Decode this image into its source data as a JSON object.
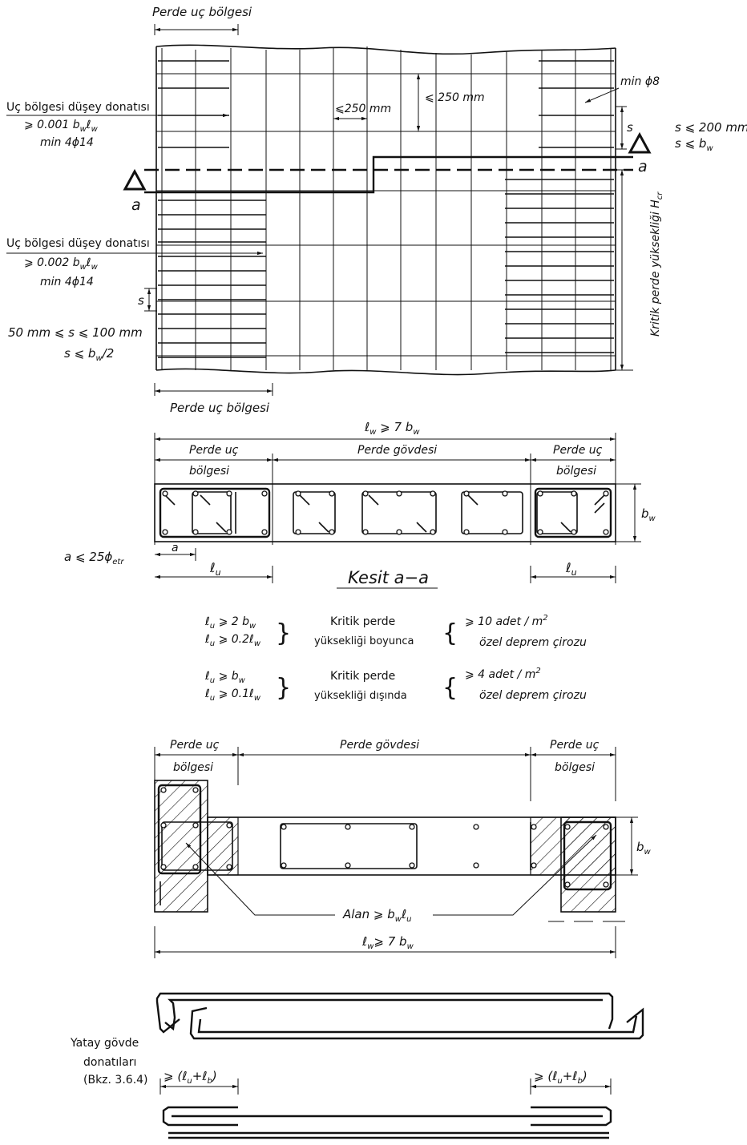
{
  "elevation": {
    "end_zone_top": "Perde uç bölgesi",
    "end_zone_bottom": "Perde uç bölgesi",
    "upper_left_note": {
      "line1": "Uç bölgesi düşey donatısı",
      "line2": "⩾ 0.001 b",
      "line2_sub": "w",
      "line2_b": "ℓ",
      "line2_b_sub": "w",
      "line3": "min 4ϕ14"
    },
    "lower_left_note": {
      "line1": "Uç bölgesi düşey donatısı",
      "line2": "⩾ 0.002 b",
      "line2_sub": "w",
      "line2_b": "ℓ",
      "line2_b_sub": "w",
      "line3": "min 4ϕ14"
    },
    "spacing_note_left": {
      "line1": "50 mm ⩽ s ⩽ 100 mm",
      "line2": "s ⩽ b",
      "line2_sub": "w",
      "line2_tail": "/2"
    },
    "spacing_note_right": {
      "line1": "s ⩽ 200 mm",
      "line2": "s ⩽ b",
      "line2_sub": "w"
    },
    "horizontal_spacing": "⩽250 mm",
    "vertical_spacing": "⩽ 250 mm",
    "min_bar": "min ϕ8",
    "s_label": "s",
    "section_mark": "a",
    "critical_height": "Kritik perde yüksekliği H",
    "critical_height_sub": "cr"
  },
  "section_a": {
    "total": "ℓ",
    "total_sub": "w",
    "total_tail": " ⩾ 7 b",
    "total_tail_sub": "w",
    "left_zone_l1": "Perde uç",
    "left_zone_l2": "bölgesi",
    "web": "Perde gövdesi",
    "right_zone_l1": "Perde uç",
    "right_zone_l2": "bölgesi",
    "bw": "b",
    "bw_sub": "w",
    "a_label": "a",
    "a_limit": "a ⩽ 25ϕ",
    "a_limit_sub": "etr",
    "lu": "ℓ",
    "lu_sub": "u",
    "title": "Kesit a−a"
  },
  "conditions": [
    {
      "l1": "ℓ",
      "l1_sub": "u",
      "l1_tail": " ⩾ 2 b",
      "l1_tail_sub": "w",
      "l2": "ℓ",
      "l2_sub": "u",
      "l2_tail": " ⩾ 0.2ℓ",
      "l2_tail_sub": "w",
      "mid1": "Kritik perde",
      "mid2": "yüksekliği boyunca",
      "r1": "⩾ 10 adet / m",
      "r1_sup": "2",
      "r2": "özel deprem çirozu"
    },
    {
      "l1": "ℓ",
      "l1_sub": "u",
      "l1_tail": " ⩾ b",
      "l1_tail_sub": "w",
      "l2": "ℓ",
      "l2_sub": "u",
      "l2_tail": " ⩾ 0.1ℓ",
      "l2_tail_sub": "w",
      "mid1": "Kritik perde",
      "mid2": "yüksekliği dışında",
      "r1": "⩾ 4 adet / m",
      "r1_sup": "2",
      "r2": "özel deprem çirozu"
    }
  ],
  "flanged": {
    "left_zone_l1": "Perde uç",
    "left_zone_l2": "bölgesi",
    "web": "Perde gövdesi",
    "right_zone_l1": "Perde uç",
    "right_zone_l2": "bölgesi",
    "bw": "b",
    "bw_sub": "w",
    "area": "Alan ⩾ b",
    "area_sub": "w",
    "area_tail": "ℓ",
    "area_tail_sub": "u",
    "total": "ℓ",
    "total_sub": "w",
    "total_tail": "⩾ 7 b",
    "total_tail_sub": "w"
  },
  "horizontal_bars": {
    "l1": "Yatay gövde",
    "l2": "donatıları",
    "l3": "(Bkz. 3.6.4)",
    "lap_left": "⩾ (ℓ",
    "lap_left_sub1": "u",
    "lap_left_mid": "+ℓ",
    "lap_left_sub2": "b",
    "lap_left_end": ")",
    "lap_right": "⩾ (ℓ",
    "lap_right_sub1": "u",
    "lap_right_mid": "+ℓ",
    "lap_right_sub2": "b",
    "lap_right_end": ")"
  }
}
